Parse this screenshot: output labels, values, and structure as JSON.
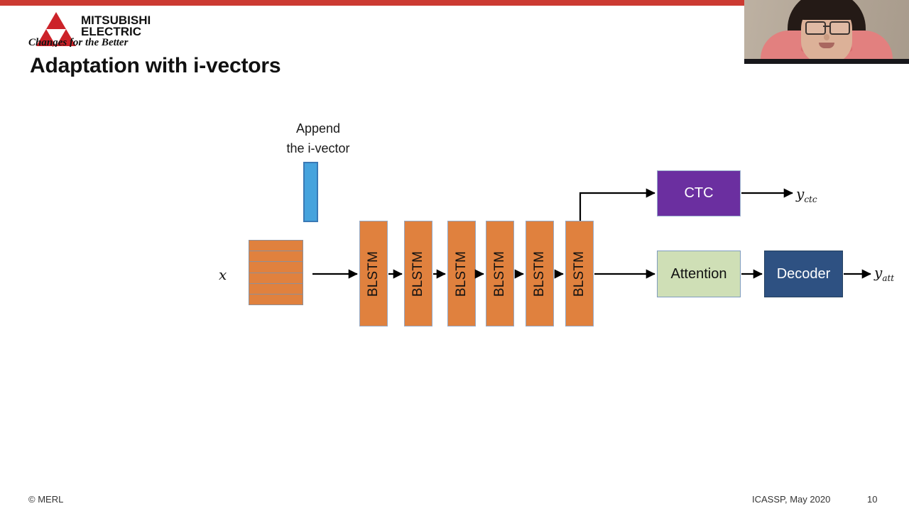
{
  "slide": {
    "title": "Adaptation with i-vectors",
    "brand": {
      "name_line1": "MITSUBISHI",
      "name_line2": "ELECTRIC",
      "tagline": "Changes for the Better",
      "logo_icon": "mitsubishi-three-diamonds-logo",
      "accent_color": "#cc3a32"
    },
    "top_bar_color": "#cc3a32"
  },
  "diagram": {
    "annotation": {
      "line1": "Append",
      "line2": "the i-vector"
    },
    "input_label": "x",
    "ivector_bar": {
      "name": "i-vector",
      "color": "#46a3dd"
    },
    "feature_block": {
      "name": "input-features",
      "rows": 6,
      "color": "#e0813e"
    },
    "encoder_layers": [
      {
        "label": "BLSTM"
      },
      {
        "label": "BLSTM"
      },
      {
        "label": "BLSTM"
      },
      {
        "label": "BLSTM"
      },
      {
        "label": "BLSTM"
      },
      {
        "label": "BLSTM"
      }
    ],
    "blocks": {
      "ctc": {
        "label": "CTC",
        "color": "#6b2fa0",
        "text_color": "#ffffff"
      },
      "attention": {
        "label": "Attention",
        "color": "#cfdfb6",
        "text_color": "#111111"
      },
      "decoder": {
        "label": "Decoder",
        "color": "#2e5182",
        "text_color": "#ffffff"
      }
    },
    "outputs": {
      "ctc_symbol": "y",
      "ctc_subscript": "ctc",
      "att_symbol": "y",
      "att_subscript": "att"
    }
  },
  "footer": {
    "copyright": "© MERL",
    "conference": "ICASSP, May 2020",
    "page_number": "10"
  },
  "webcam": {
    "label": "presenter-video-overlay"
  }
}
